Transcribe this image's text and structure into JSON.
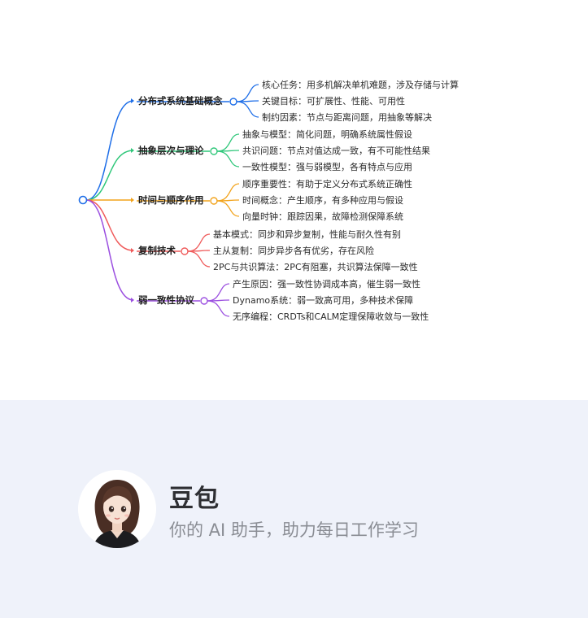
{
  "mindmap": {
    "branches": [
      {
        "label": "分布式系统基础概念",
        "color": "#1e6ee8",
        "children": [
          "核心任务：用多机解决单机难题，涉及存储与计算",
          "关键目标：可扩展性、性能、可用性",
          "制约因素：节点与距离问题，用抽象等解决"
        ]
      },
      {
        "label": "抽象层次与理论",
        "color": "#2fc77a",
        "children": [
          "抽象与模型：简化问题，明确系统属性假设",
          "共识问题：节点对值达成一致，有不可能性结果",
          "一致性模型：强与弱模型，各有特点与应用"
        ]
      },
      {
        "label": "时间与顺序作用",
        "color": "#f2a31b",
        "children": [
          "顺序重要性：有助于定义分布式系统正确性",
          "时间概念：产生顺序，有多种应用与假设",
          "向量时钟：跟踪因果，故障检测保障系统"
        ]
      },
      {
        "label": "复制技术",
        "color": "#ef5a5a",
        "children": [
          "基本模式：同步和异步复制，性能与耐久性有别",
          "主从复制：同步异步各有优劣，存在风险",
          "2PC与共识算法：2PC有阻塞，共识算法保障一致性"
        ]
      },
      {
        "label": "弱一致性协议",
        "color": "#9b4fe0",
        "children": [
          "产生原因：强一致性协调成本高，催生弱一致性",
          "Dynamo系统：弱一致高可用，多种技术保障",
          "无序编程：CRDTs和CALM定理保障收敛与一致性"
        ]
      }
    ]
  },
  "footer": {
    "brand_name": "豆包",
    "tagline": "你的 AI 助手，助力每日工作学习"
  }
}
